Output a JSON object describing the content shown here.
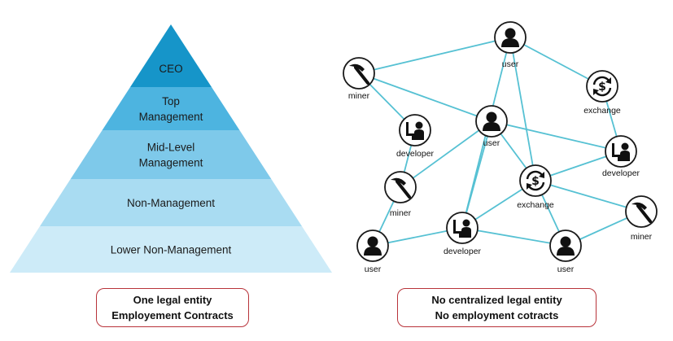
{
  "hierarchy": {
    "tiers": [
      {
        "id": "ceo",
        "lines": [
          "CEO"
        ],
        "color": "#1695c9"
      },
      {
        "id": "top",
        "lines": [
          "Top",
          "Management"
        ],
        "color": "#4db4e0"
      },
      {
        "id": "mid",
        "lines": [
          "Mid-Level",
          "Management"
        ],
        "color": "#7ec9ea"
      },
      {
        "id": "non",
        "lines": [
          "Non-Management"
        ],
        "color": "#a9dcf2"
      },
      {
        "id": "lower",
        "lines": [
          "Lower Non-Management"
        ],
        "color": "#cdebf8"
      }
    ],
    "caption": [
      "One legal entity",
      "Employement Contracts"
    ]
  },
  "network": {
    "edge_color": "#56c1d3",
    "nodes": [
      {
        "id": "user-top",
        "type": "user",
        "label": "user"
      },
      {
        "id": "miner-left",
        "type": "miner",
        "label": "miner"
      },
      {
        "id": "exchange-right",
        "type": "exchange",
        "label": "exchange"
      },
      {
        "id": "developer-left",
        "type": "developer",
        "label": "developer"
      },
      {
        "id": "user-center",
        "type": "user",
        "label": "user"
      },
      {
        "id": "developer-right",
        "type": "developer",
        "label": "developer"
      },
      {
        "id": "miner-center",
        "type": "miner",
        "label": "miner"
      },
      {
        "id": "exchange-center",
        "type": "exchange",
        "label": "exchange"
      },
      {
        "id": "miner-right",
        "type": "miner",
        "label": "miner"
      },
      {
        "id": "user-bottom-left",
        "type": "user",
        "label": "user"
      },
      {
        "id": "developer-bottom",
        "type": "developer",
        "label": "developer"
      },
      {
        "id": "user-bottom-right",
        "type": "user",
        "label": "user"
      }
    ],
    "caption": [
      "No centralized legal entity",
      "No employment cotracts"
    ]
  }
}
